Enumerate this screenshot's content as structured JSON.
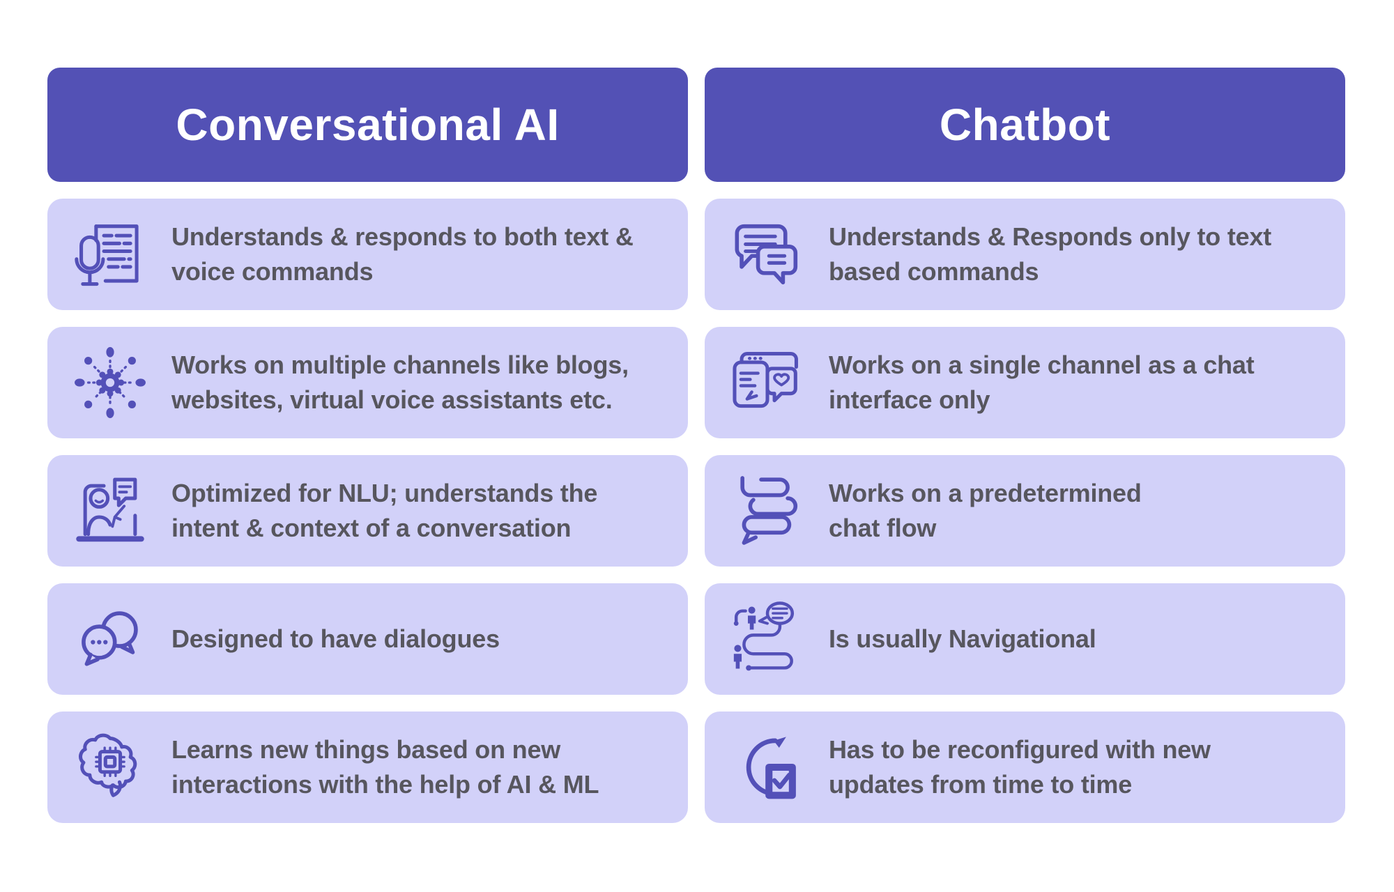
{
  "infographic": {
    "colors": {
      "page_bg": "#ffffff",
      "header_bg": "#5351b5",
      "header_text": "#ffffff",
      "card_bg": "#d2d1f9",
      "icon": "#5350b8",
      "text": "#57565e"
    },
    "columns": [
      {
        "title": "Conversational AI",
        "rows": [
          {
            "icon": "microphone-document-icon",
            "text": "Understands & responds to both text &\nvoice commands"
          },
          {
            "icon": "gear-network-icon",
            "text": "Works on multiple channels like blogs,\nwebsites, virtual voice assistants etc."
          },
          {
            "icon": "person-laptop-chat-icon",
            "text": "Optimized for NLU; understands the\nintent & context of a conversation"
          },
          {
            "icon": "dialogue-bubbles-icon",
            "text": "Designed to have dialogues"
          },
          {
            "icon": "brain-chip-icon",
            "text": "Learns new things based on new\ninteractions with the help of AI & ML"
          }
        ]
      },
      {
        "title": "Chatbot",
        "rows": [
          {
            "icon": "chat-messages-icon",
            "text": "Understands & Responds only to text\nbased commands"
          },
          {
            "icon": "browser-chat-heart-icon",
            "text": "Works on a single channel as a chat\ninterface only"
          },
          {
            "icon": "stacked-chat-bubbles-icon",
            "text": "Works on a predetermined\nchat flow"
          },
          {
            "icon": "navigation-flow-icon",
            "text": "Is usually Navigational"
          },
          {
            "icon": "refresh-checkbox-icon",
            "text": "Has to be reconfigured with new\nupdates from time to time"
          }
        ]
      }
    ]
  }
}
